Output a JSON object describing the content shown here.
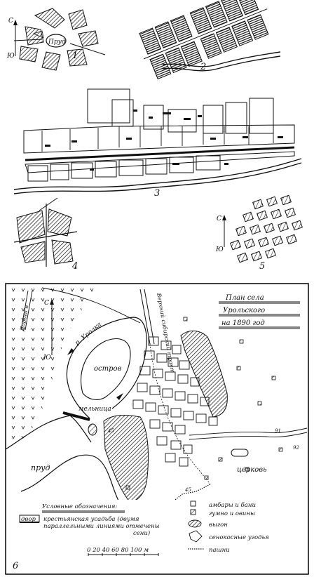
{
  "panels": [
    {
      "id": "1",
      "label": "1"
    },
    {
      "id": "2",
      "label": "2"
    },
    {
      "id": "3",
      "label": "3"
    },
    {
      "id": "4",
      "label": "4"
    },
    {
      "id": "5",
      "label": "5"
    },
    {
      "id": "6",
      "label": "6"
    }
  ],
  "compass": {
    "north": "С",
    "south": "Ю"
  },
  "panel1": {
    "pond_label": "Пруд"
  },
  "map6": {
    "title_lines": [
      "План села",
      "Урольского",
      "на 1890 год"
    ],
    "labels": {
      "river": "р. Уролка",
      "island": "остров",
      "mill": "мельница",
      "pond": "пруд",
      "church": "церковь",
      "tract": "Верхний сибирский тракт",
      "road_left": "Дорога в"
    },
    "numbers": [
      "91",
      "92",
      "45",
      "45"
    ],
    "legend": {
      "title": "Условные обозначения:",
      "items": [
        {
          "id": "homestead",
          "sample": "двор",
          "lines": [
            "крестьянская усадьба (двумя",
            "параллельными линиями отмечены",
            "сени)"
          ]
        },
        {
          "id": "barns",
          "text": "амбары и бани"
        },
        {
          "id": "threshing",
          "text": "гумно и овины"
        },
        {
          "id": "pasture",
          "text": "выгон"
        },
        {
          "id": "hayfields",
          "text": "сенокосные угодья"
        },
        {
          "id": "arable",
          "text": "пашни"
        }
      ]
    },
    "scale": {
      "label": "0 20 40 60 80 100 м"
    }
  }
}
